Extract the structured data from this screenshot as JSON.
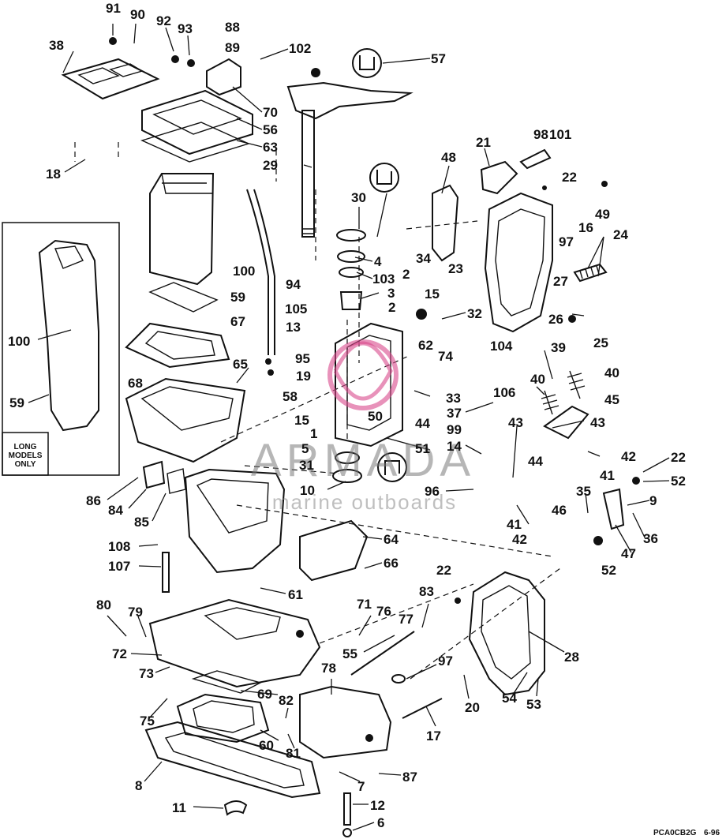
{
  "diagram": {
    "watermark": {
      "brand": "ARMADA",
      "subtitle": "marine outboards",
      "color": "#7a7a7a",
      "logo_color": "#d94a8c"
    },
    "inset_note": [
      "LONG",
      "MODELS",
      "ONLY"
    ],
    "reference_code": "PCA0CB2G",
    "date_code": "6-96",
    "labels": [
      {
        "id": "91",
        "text": "91"
      },
      {
        "id": "90",
        "text": "90"
      },
      {
        "id": "92",
        "text": "92"
      },
      {
        "id": "93",
        "text": "93"
      },
      {
        "id": "88",
        "text": "88"
      },
      {
        "id": "89",
        "text": "89"
      },
      {
        "id": "102",
        "text": "102"
      },
      {
        "id": "57",
        "text": "57"
      },
      {
        "id": "38",
        "text": "38"
      },
      {
        "id": "70",
        "text": "70"
      },
      {
        "id": "56",
        "text": "56"
      },
      {
        "id": "63",
        "text": "63"
      },
      {
        "id": "29",
        "text": "29"
      },
      {
        "id": "18",
        "text": "18"
      },
      {
        "id": "21",
        "text": "21"
      },
      {
        "id": "98",
        "text": "98"
      },
      {
        "id": "101",
        "text": "101"
      },
      {
        "id": "48",
        "text": "48"
      },
      {
        "id": "22a",
        "text": "22"
      },
      {
        "id": "30",
        "text": "30"
      },
      {
        "id": "49",
        "text": "49"
      },
      {
        "id": "16",
        "text": "16"
      },
      {
        "id": "97a",
        "text": "97"
      },
      {
        "id": "24",
        "text": "24"
      },
      {
        "id": "4",
        "text": "4"
      },
      {
        "id": "34",
        "text": "34"
      },
      {
        "id": "23",
        "text": "23"
      },
      {
        "id": "100a",
        "text": "100"
      },
      {
        "id": "103",
        "text": "103"
      },
      {
        "id": "2a",
        "text": "2"
      },
      {
        "id": "27",
        "text": "27"
      },
      {
        "id": "94",
        "text": "94"
      },
      {
        "id": "3",
        "text": "3"
      },
      {
        "id": "15a",
        "text": "15"
      },
      {
        "id": "59a",
        "text": "59"
      },
      {
        "id": "2b",
        "text": "2"
      },
      {
        "id": "105",
        "text": "105"
      },
      {
        "id": "32",
        "text": "32"
      },
      {
        "id": "67",
        "text": "67"
      },
      {
        "id": "26",
        "text": "26"
      },
      {
        "id": "25",
        "text": "25"
      },
      {
        "id": "13",
        "text": "13"
      },
      {
        "id": "104",
        "text": "104"
      },
      {
        "id": "39",
        "text": "39"
      },
      {
        "id": "100b",
        "text": "100"
      },
      {
        "id": "74",
        "text": "74"
      },
      {
        "id": "62",
        "text": "62"
      },
      {
        "id": "95",
        "text": "95"
      },
      {
        "id": "40a",
        "text": "40"
      },
      {
        "id": "40b",
        "text": "40"
      },
      {
        "id": "65",
        "text": "65"
      },
      {
        "id": "19",
        "text": "19"
      },
      {
        "id": "106",
        "text": "106"
      },
      {
        "id": "45",
        "text": "45"
      },
      {
        "id": "68",
        "text": "68"
      },
      {
        "id": "58",
        "text": "58"
      },
      {
        "id": "33",
        "text": "33"
      },
      {
        "id": "59b",
        "text": "59"
      },
      {
        "id": "15b",
        "text": "15"
      },
      {
        "id": "37",
        "text": "37"
      },
      {
        "id": "43a",
        "text": "43"
      },
      {
        "id": "43b",
        "text": "43"
      },
      {
        "id": "50",
        "text": "50"
      },
      {
        "id": "44a",
        "text": "44"
      },
      {
        "id": "99",
        "text": "99"
      },
      {
        "id": "1",
        "text": "1"
      },
      {
        "id": "5",
        "text": "5"
      },
      {
        "id": "14",
        "text": "14"
      },
      {
        "id": "51",
        "text": "51"
      },
      {
        "id": "42a",
        "text": "42"
      },
      {
        "id": "22b",
        "text": "22"
      },
      {
        "id": "31",
        "text": "31"
      },
      {
        "id": "44b",
        "text": "44"
      },
      {
        "id": "41a",
        "text": "41"
      },
      {
        "id": "52a",
        "text": "52"
      },
      {
        "id": "86",
        "text": "86"
      },
      {
        "id": "96",
        "text": "96"
      },
      {
        "id": "10",
        "text": "10"
      },
      {
        "id": "35",
        "text": "35"
      },
      {
        "id": "9",
        "text": "9"
      },
      {
        "id": "84",
        "text": "84"
      },
      {
        "id": "46",
        "text": "46"
      },
      {
        "id": "85",
        "text": "85"
      },
      {
        "id": "41b",
        "text": "41"
      },
      {
        "id": "36",
        "text": "36"
      },
      {
        "id": "64",
        "text": "64"
      },
      {
        "id": "42b",
        "text": "42"
      },
      {
        "id": "47",
        "text": "47"
      },
      {
        "id": "108",
        "text": "108"
      },
      {
        "id": "66",
        "text": "66"
      },
      {
        "id": "52b",
        "text": "52"
      },
      {
        "id": "107",
        "text": "107"
      },
      {
        "id": "22c",
        "text": "22"
      },
      {
        "id": "61",
        "text": "61"
      },
      {
        "id": "83",
        "text": "83"
      },
      {
        "id": "80",
        "text": "80"
      },
      {
        "id": "71",
        "text": "71"
      },
      {
        "id": "76",
        "text": "76"
      },
      {
        "id": "77",
        "text": "77"
      },
      {
        "id": "79",
        "text": "79"
      },
      {
        "id": "28",
        "text": "28"
      },
      {
        "id": "72",
        "text": "72"
      },
      {
        "id": "55",
        "text": "55"
      },
      {
        "id": "97b",
        "text": "97"
      },
      {
        "id": "73",
        "text": "73"
      },
      {
        "id": "78",
        "text": "78"
      },
      {
        "id": "20",
        "text": "20"
      },
      {
        "id": "54",
        "text": "54"
      },
      {
        "id": "53",
        "text": "53"
      },
      {
        "id": "69",
        "text": "69"
      },
      {
        "id": "82",
        "text": "82"
      },
      {
        "id": "75",
        "text": "75"
      },
      {
        "id": "60",
        "text": "60"
      },
      {
        "id": "17",
        "text": "17"
      },
      {
        "id": "81",
        "text": "81"
      },
      {
        "id": "8",
        "text": "8"
      },
      {
        "id": "7",
        "text": "7"
      },
      {
        "id": "87",
        "text": "87"
      },
      {
        "id": "11",
        "text": "11"
      },
      {
        "id": "12",
        "text": "12"
      },
      {
        "id": "6",
        "text": "6"
      },
      {
        "id": "100c",
        "text": "100"
      },
      {
        "id": "59c",
        "text": "59"
      }
    ]
  }
}
